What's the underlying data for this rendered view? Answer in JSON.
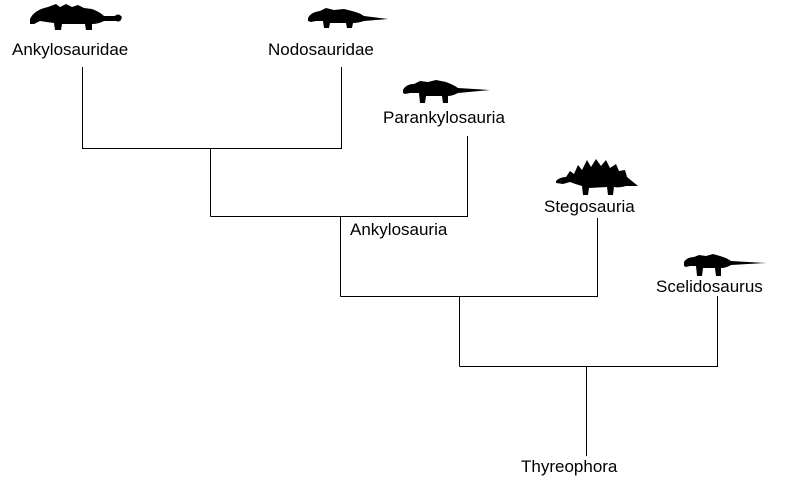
{
  "taxa": {
    "ankylosauridae": "Ankylosauridae",
    "nodosauridae": "Nodosauridae",
    "parankylosauria": "Parankylosauria",
    "stegosauria": "Stegosauria",
    "scelidosaurus": "Scelidosaurus"
  },
  "clades": {
    "ankylosauria": "Ankylosauria",
    "thyreophora": "Thyreophora"
  },
  "colors": {
    "line": "#000000",
    "silhouette": "#000000",
    "background": "#ffffff"
  }
}
